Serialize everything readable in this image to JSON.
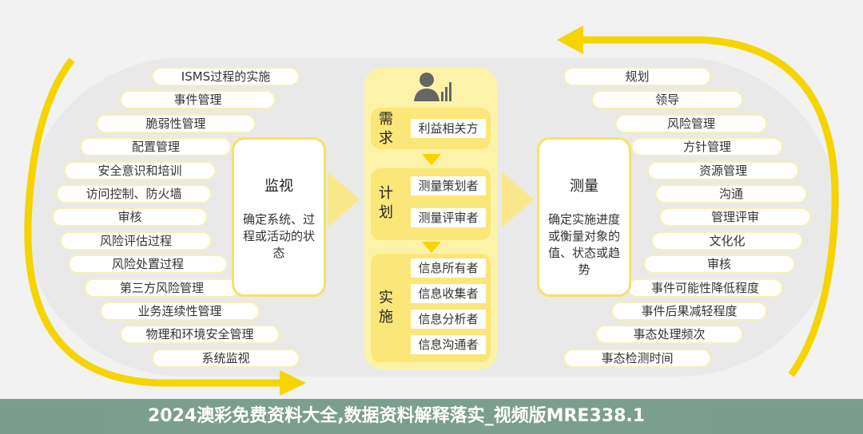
{
  "left_items": [
    "ISMS过程的实施",
    "事件管理",
    "脆弱性管理",
    "配置管理",
    "安全意识和培训",
    "访问控制、防火墙",
    "审核",
    "风险评估过程",
    "风险处置过程",
    "第三方风险管理",
    "业务连续性管理",
    "物理和环境安全管理",
    "系统监视"
  ],
  "right_items": [
    "规划",
    "领导",
    "风险管理",
    "方针管理",
    "资源管理",
    "沟通",
    "管理评审",
    "文化化",
    "审核",
    "事件可能性降低程度",
    "事件后果减轻程度",
    "事态处理频次",
    "事态检测时间"
  ],
  "monitor": {
    "title": "监视",
    "desc": "确定系统、过程或活动的状态"
  },
  "measure": {
    "title": "测量",
    "desc": "确定实施进度或衡量对象的值、状态或趋势"
  },
  "center": {
    "requirement": {
      "label": "需求",
      "items": [
        "利益相关方"
      ]
    },
    "plan": {
      "label": "计划",
      "items": [
        "测量策划者",
        "测量评审者"
      ]
    },
    "implement": {
      "label": "实施",
      "items": [
        "信息所有者",
        "信息收集者",
        "信息分析者",
        "信息沟通者"
      ]
    }
  },
  "banner": "2024澳彩免费资料大全,数据资料解释落实_视频版MRE338.1",
  "colors": {
    "accent": "#f5d400",
    "banner": "#608c78"
  }
}
